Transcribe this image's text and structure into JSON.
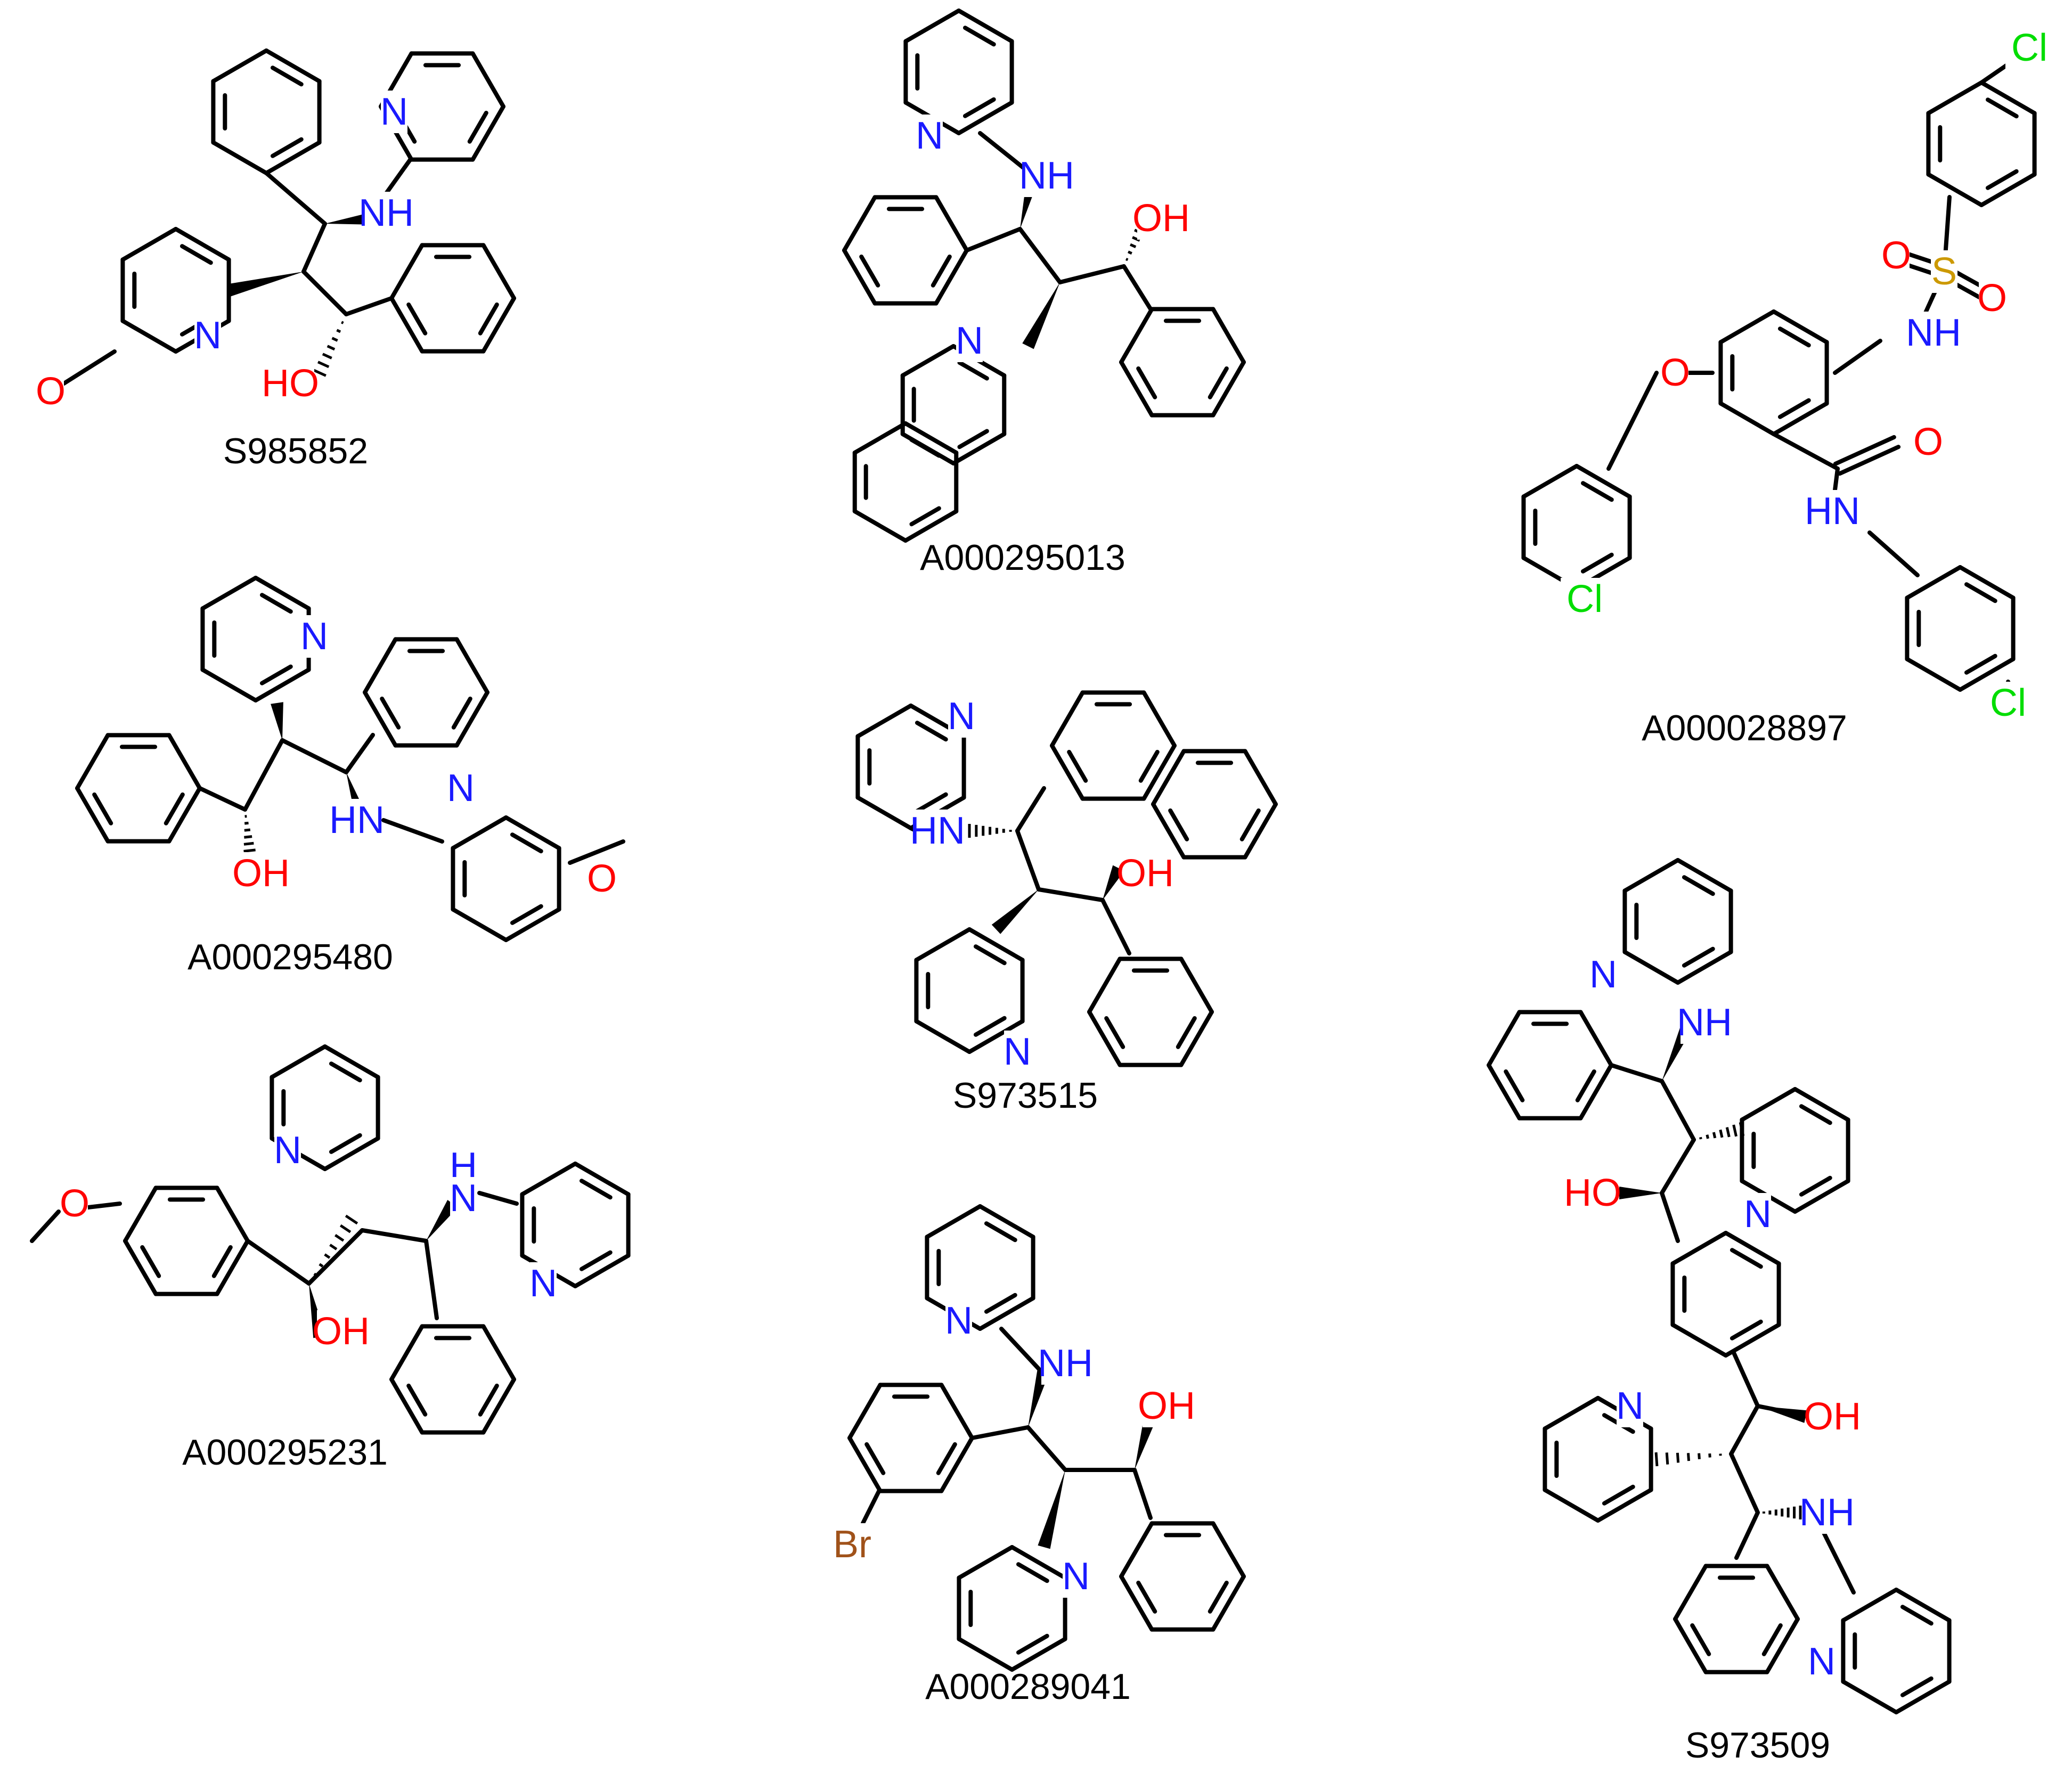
{
  "colors": {
    "bond": "#000000",
    "N": "#1a1aff",
    "O": "#ff0000",
    "Cl": "#00dd00",
    "S": "#cc9900",
    "Br": "#a0521a",
    "caption": "#000000"
  },
  "atom_text": {
    "N": "N",
    "NH": "NH",
    "HN": "HN",
    "H": "H",
    "OH": "OH",
    "HO": "HO",
    "O": "O",
    "Cl": "Cl",
    "S": "S",
    "Br": "Br"
  },
  "molecules": [
    {
      "id": "S985852",
      "label": "S985852"
    },
    {
      "id": "A000295013",
      "label": "A000295013"
    },
    {
      "id": "A000028897",
      "label": "A000028897"
    },
    {
      "id": "A000295480",
      "label": "A000295480"
    },
    {
      "id": "S973515",
      "label": "S973515"
    },
    {
      "id": "A000295231",
      "label": "A000295231"
    },
    {
      "id": "A000289041",
      "label": "A000289041"
    },
    {
      "id": "S973509",
      "label": "S973509"
    }
  ]
}
